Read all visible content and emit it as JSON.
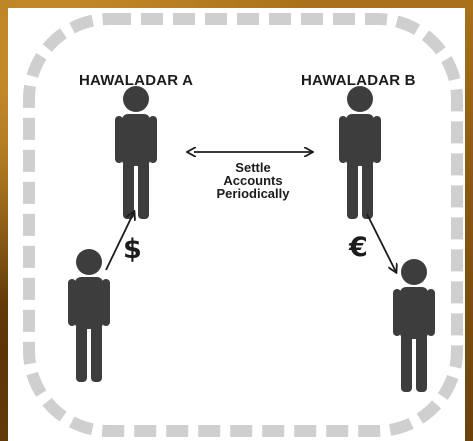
{
  "diagram": {
    "hawaladar_a": "HAWALADAR A",
    "hawaladar_b": "HAWALADAR B",
    "settle_line1": "Settle",
    "settle_line2": "Accounts",
    "settle_line3": "Periodically",
    "currency_a": "$",
    "currency_b": "€"
  },
  "colors": {
    "background": "#8a5a12",
    "panel": "#ffffff",
    "border_dash": "#cfcfcf",
    "figure": "#3d3d3d",
    "arrow": "#1c1c1c"
  }
}
